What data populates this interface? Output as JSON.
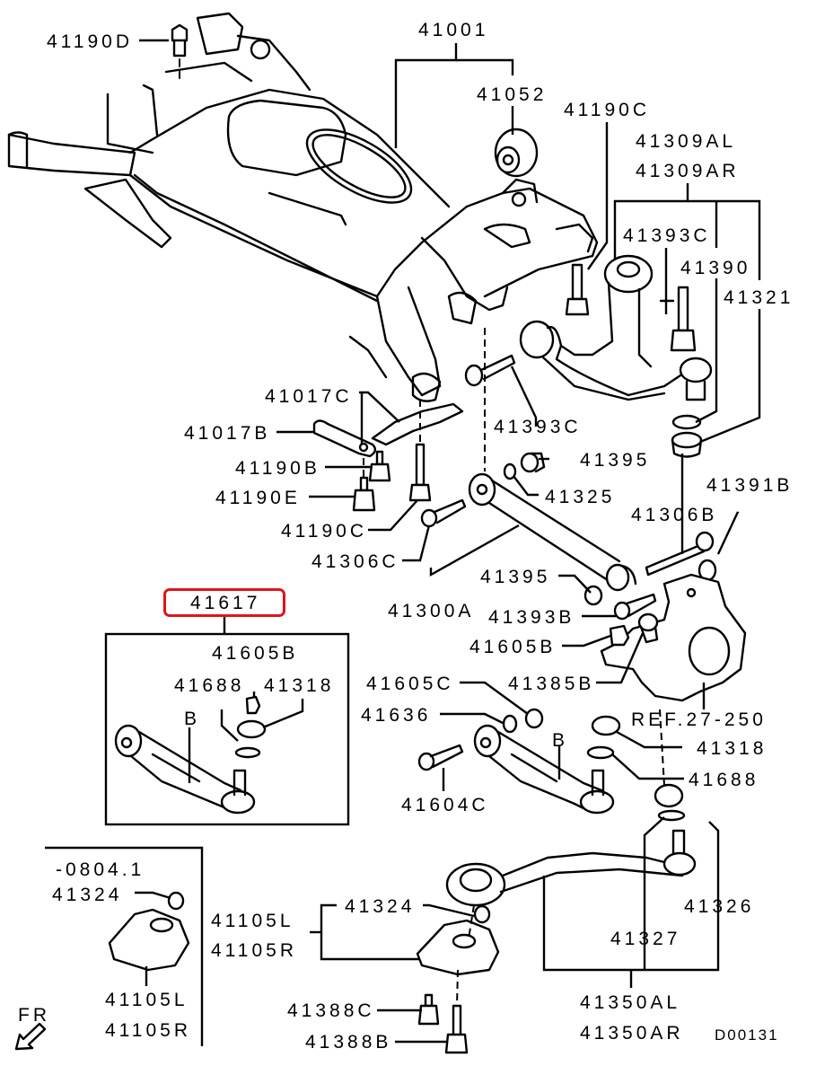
{
  "diagram": {
    "drawing_code": "D00131",
    "highlight_color": "#e0141b",
    "highlighted_part": "41617",
    "direction_indicator": "FR",
    "callouts": {
      "p41190D": "41190D",
      "p41001": "41001",
      "p41052": "41052",
      "p41190C_top": "41190C",
      "p41309AL": "41309AL",
      "p41309AR": "41309AR",
      "p41393C_top": "41393C",
      "p41390": "41390",
      "p41321": "41321",
      "p41017C": "41017C",
      "p41017B": "41017B",
      "p41393C_mid": "41393C",
      "p41190B": "41190B",
      "p41395_a": "41395",
      "p41190E": "41190E",
      "p41325": "41325",
      "p41391B": "41391B",
      "p41190C_mid": "41190C",
      "p41306B": "41306B",
      "p41306C": "41306C",
      "p41395_b": "41395",
      "p41617": "41617",
      "p41300A": "41300A",
      "p41393B": "41393B",
      "p41605B_box": "41605B",
      "p41605B": "41605B",
      "p41688_box": "41688",
      "p41318_box": "41318",
      "p41605C": "41605C",
      "p41385B": "41385B",
      "p41636": "41636",
      "ref": "REF.27-250",
      "b_box": "B",
      "b_main": "B",
      "p41318": "41318",
      "p41688": "41688",
      "p41604C": "41604C",
      "date_note": "-0804.1",
      "p41324_inset": "41324",
      "p41105L_inset": "41105L",
      "p41105R_inset": "41105R",
      "p41105L": "41105L",
      "p41105R": "41105R",
      "p41324": "41324",
      "p41326": "41326",
      "p41327": "41327",
      "p41388C": "41388C",
      "p41388B": "41388B",
      "p41350AL": "41350AL",
      "p41350AR": "41350AR"
    }
  }
}
